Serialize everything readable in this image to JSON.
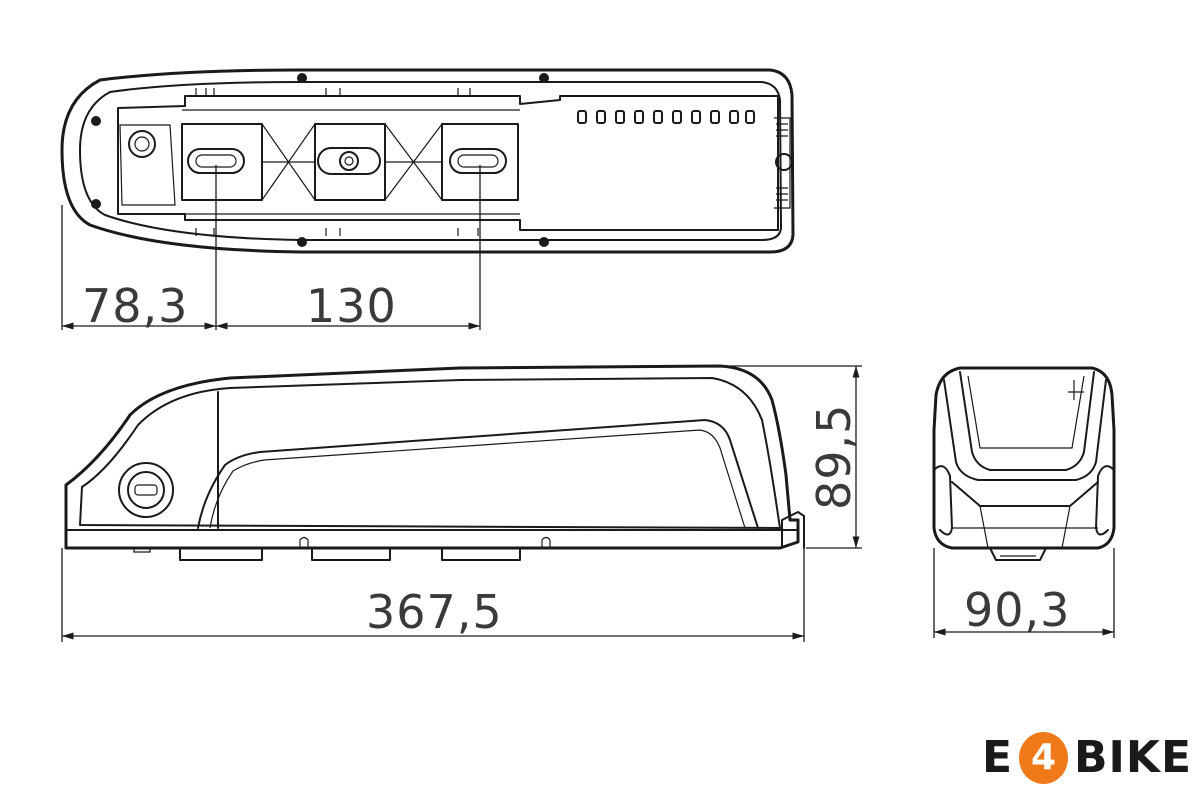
{
  "dimensions": {
    "offset_first_mount": "78,3",
    "mount_spacing": "130",
    "overall_length": "367,5",
    "overall_height": "89,5",
    "overall_width": "90,3"
  },
  "logo": {
    "letter_left": "E",
    "digit": "4",
    "word_right": "BIKE",
    "accent_color": "#f07a1a",
    "text_color": "#1a1a1a"
  }
}
